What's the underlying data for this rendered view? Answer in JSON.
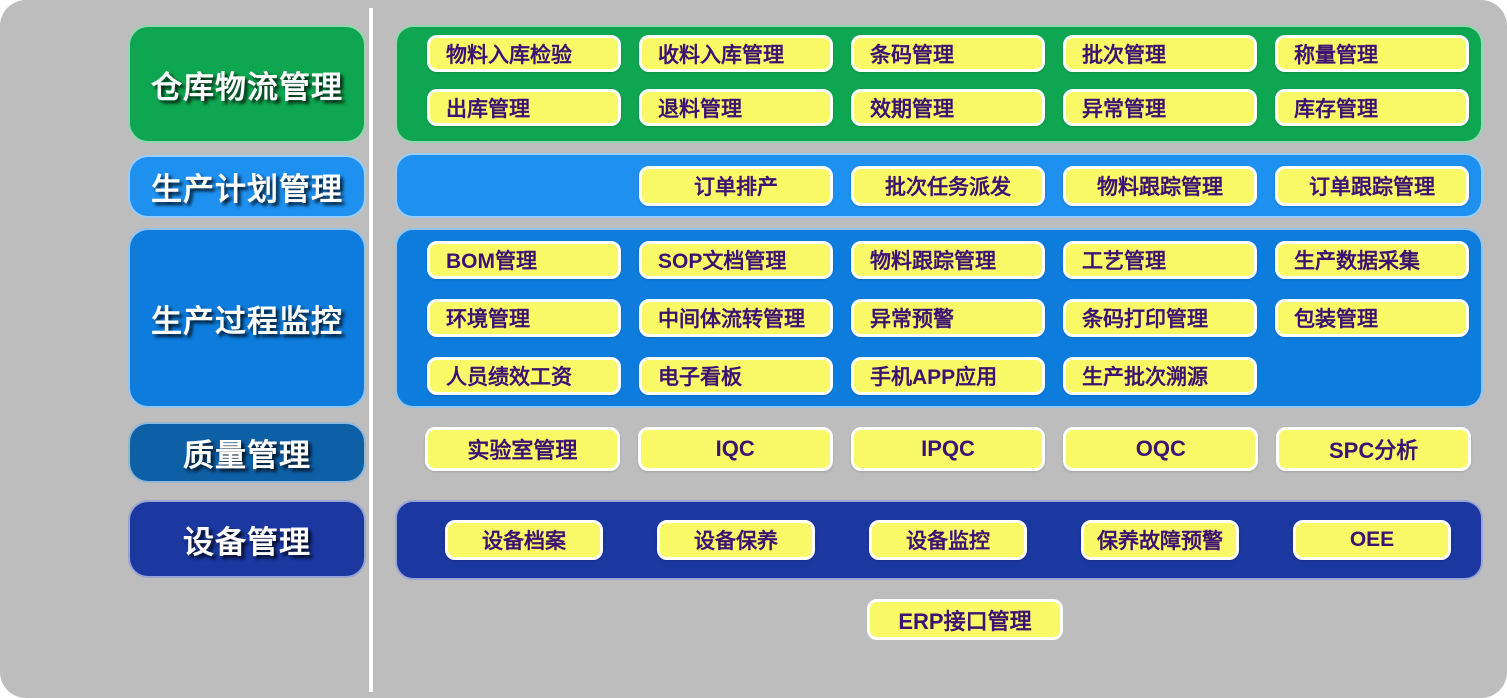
{
  "colors": {
    "background": "#BDBDBD",
    "divider": "#FFFFFF",
    "chip_bg": "#F9F967",
    "chip_text": "#3D1272",
    "chip_border": "#FFFFFF"
  },
  "groups": [
    {
      "label": "仓库物流管理",
      "color": "#0EA650",
      "rows": [
        [
          "物料入库检验",
          "收料入库管理",
          "条码管理",
          "批次管理",
          "称量管理"
        ],
        [
          "出库管理",
          "退料管理",
          "效期管理",
          "异常管理",
          "库存管理"
        ]
      ]
    },
    {
      "label": "生产计划管理",
      "color": "#1E90F0",
      "rows": [
        [
          "订单排产",
          "批次任务派发",
          "物料跟踪管理",
          "订单跟踪管理"
        ]
      ]
    },
    {
      "label": "生产过程监控",
      "color": "#0D7CDC",
      "rows": [
        [
          "BOM管理",
          "SOP文档管理",
          "物料跟踪管理",
          "工艺管理",
          "生产数据采集"
        ],
        [
          "环境管理",
          "中间体流转管理",
          "异常预警",
          "条码打印管理",
          "包装管理"
        ],
        [
          "人员绩效工资",
          "电子看板",
          "手机APP应用",
          "生产批次溯源"
        ]
      ]
    },
    {
      "label": "质量管理",
      "color": "#0D5FA6",
      "rows": [
        [
          "实验室管理",
          "IQC",
          "IPQC",
          "OQC",
          "SPC分析"
        ]
      ]
    },
    {
      "label": "设备管理",
      "color": "#1B37A0",
      "rows": [
        [
          "设备档案",
          "设备保养",
          "设备监控",
          "保养故障预警",
          "OEE"
        ]
      ]
    }
  ],
  "footer": {
    "erp_button": "ERP接口管理"
  }
}
